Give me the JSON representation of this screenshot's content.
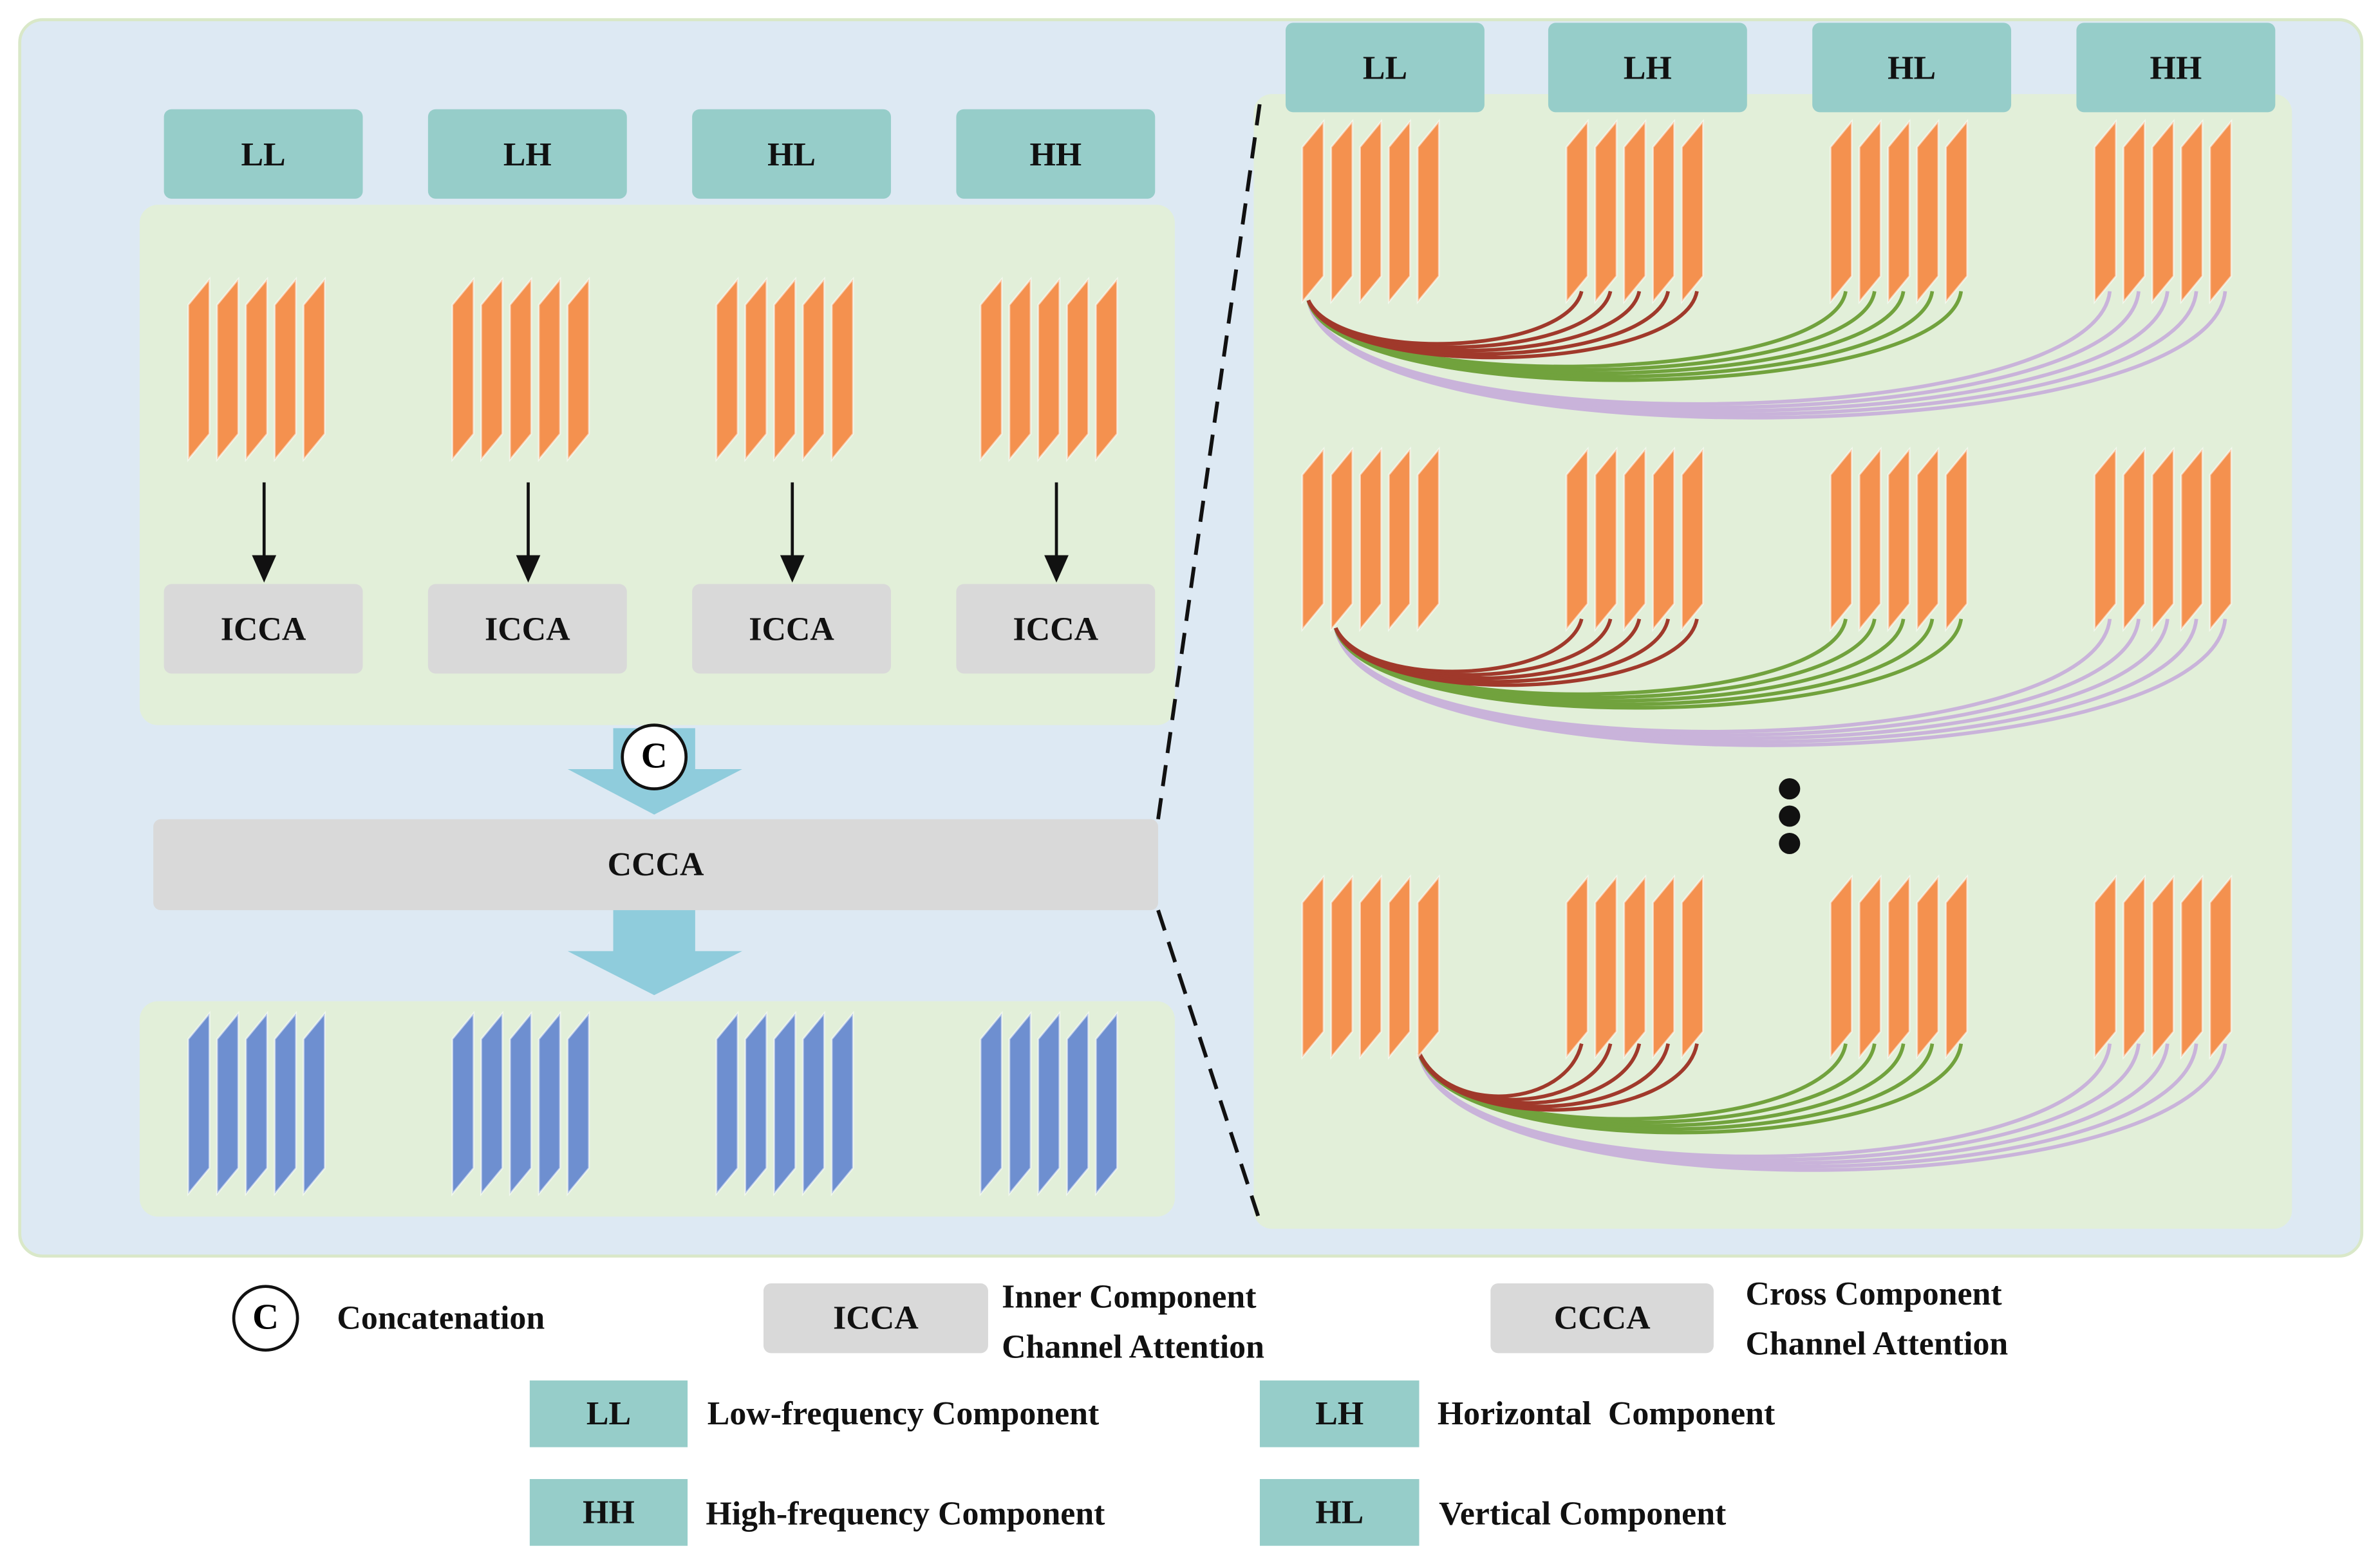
{
  "components": [
    "LL",
    "LH",
    "HL",
    "HH"
  ],
  "left": {
    "icca_label": "ICCA",
    "concat_symbol": "C",
    "ccca_label": "CCCA"
  },
  "legend": {
    "concat_symbol": "C",
    "concat_label": "Concatenation",
    "icca_abbr": "ICCA",
    "icca_line1": "Inner Component",
    "icca_line2": "Channel Attention",
    "ccca_abbr": "CCCA",
    "ccca_line1": "Cross Component",
    "ccca_line2": "Channel Attention",
    "ll_abbr": "LL",
    "ll_label": "Low-frequency Component",
    "lh_abbr": "LH",
    "lh_label": "Horizontal  Component",
    "hh_abbr": "HH",
    "hh_label": "High-frequency Component",
    "hl_abbr": "HL",
    "hl_label": "Vertical Component"
  },
  "colors": {
    "background_panel": "#dde9f3",
    "green_box": "#e2efd9",
    "teal_label": "#96cdc9",
    "gray_block": "#d9d9d9",
    "feature_orange": "#f4914f",
    "feature_blue": "#6e8fd0",
    "curve_red": "#a0392b",
    "curve_green": "#71a23d",
    "curve_lavender": "#c9b3da",
    "arrow_fill": "#8fccdc"
  },
  "icons": {
    "concat": "circled-c-icon",
    "ellipsis": "vertical-dots-icon"
  }
}
